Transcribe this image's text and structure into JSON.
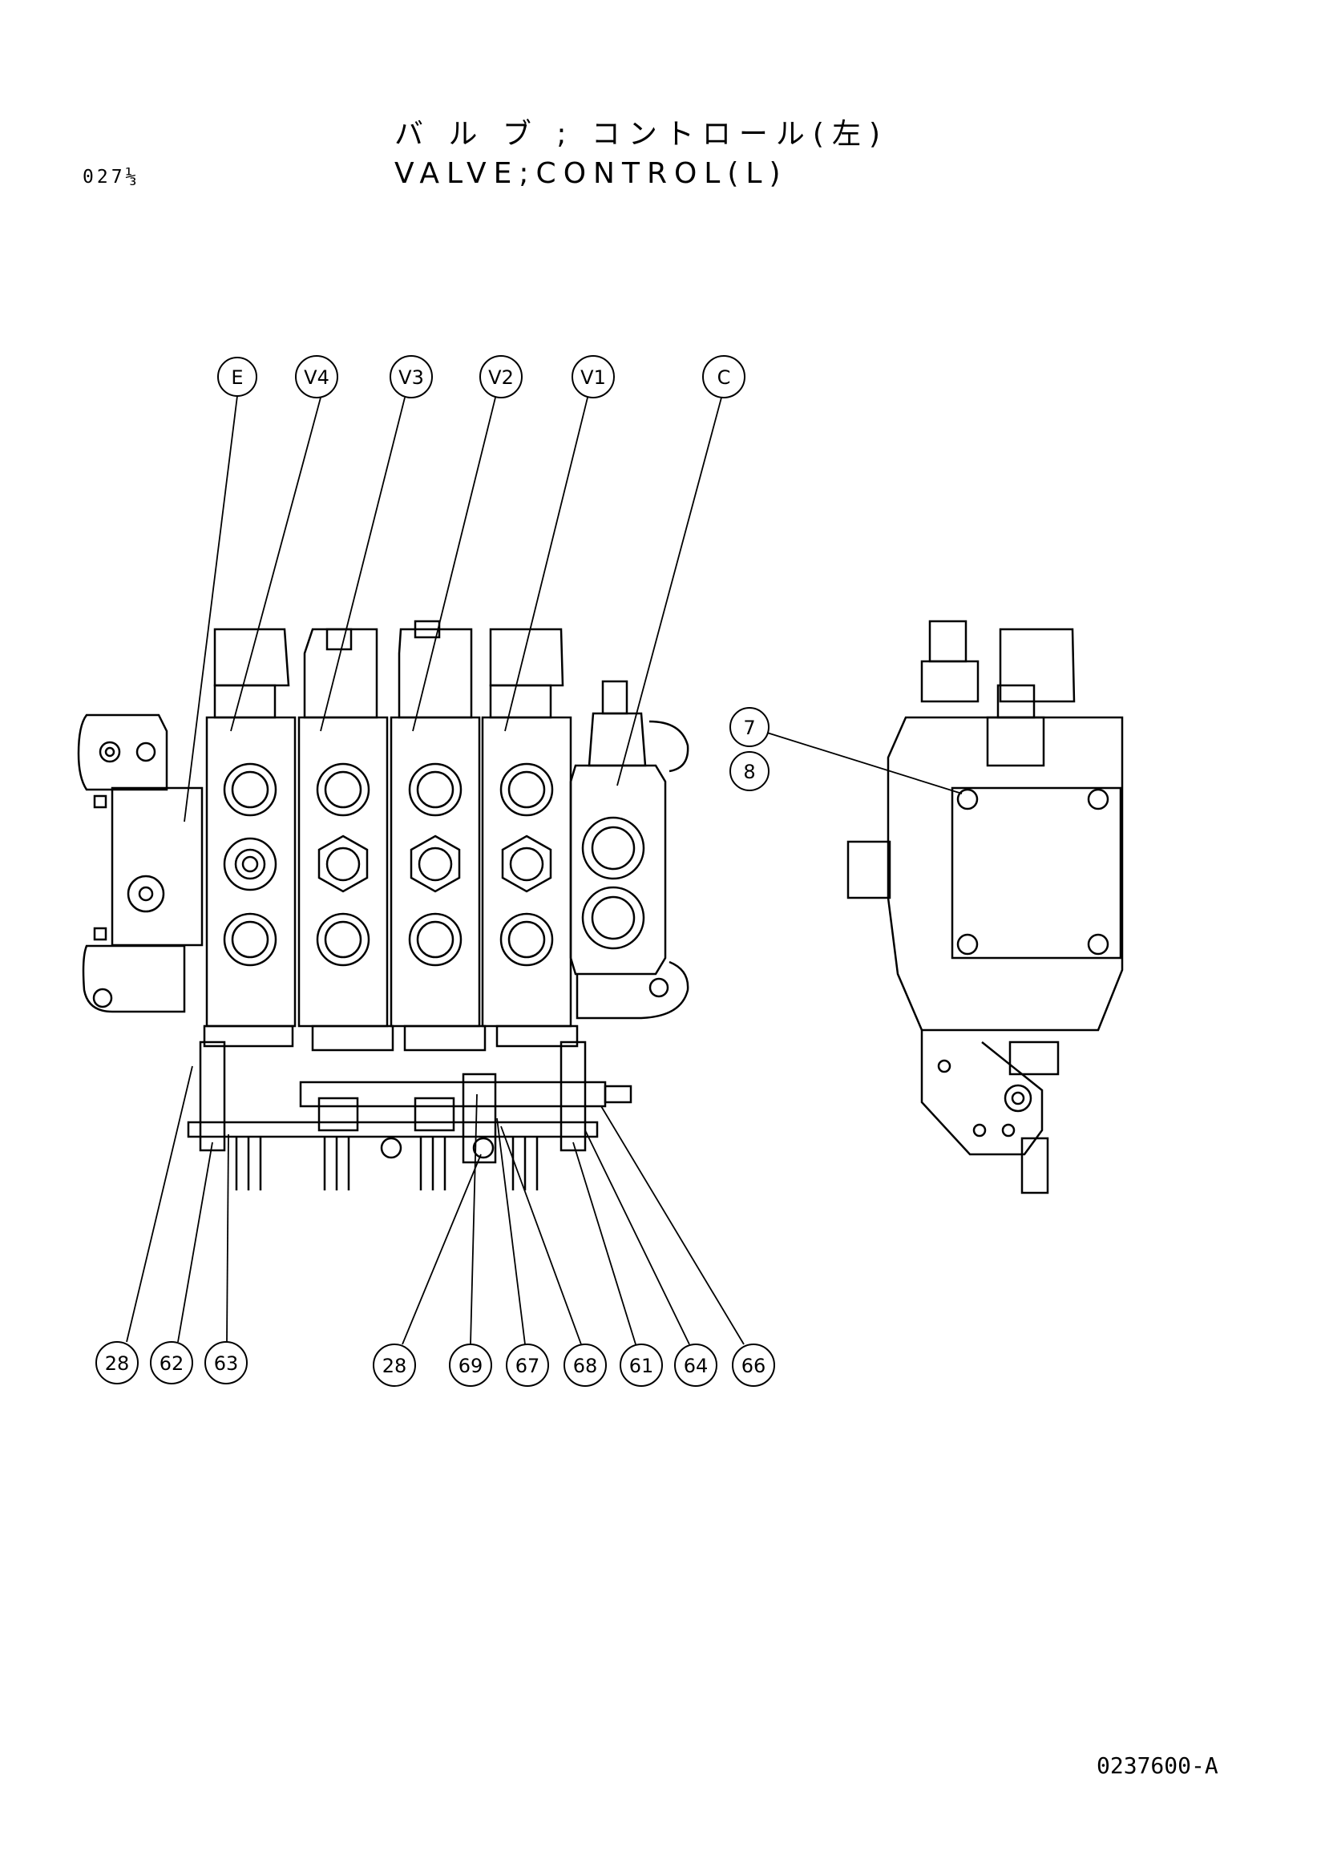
{
  "header": {
    "page_number": "027⅓",
    "title_jp": "バ ル ブ ; コントロール(左)",
    "title_en": "VALVE;CONTROL(L)"
  },
  "section_callouts": [
    "E",
    "V4",
    "V3",
    "V2",
    "V1",
    "C"
  ],
  "side_view_callouts": [
    "7",
    "8"
  ],
  "bottom_callouts_left": [
    "28",
    "62",
    "63"
  ],
  "bottom_callouts_right": [
    "28",
    "69",
    "67",
    "68",
    "61",
    "64",
    "66"
  ],
  "footer": {
    "drawing_number": "0237600-A"
  }
}
